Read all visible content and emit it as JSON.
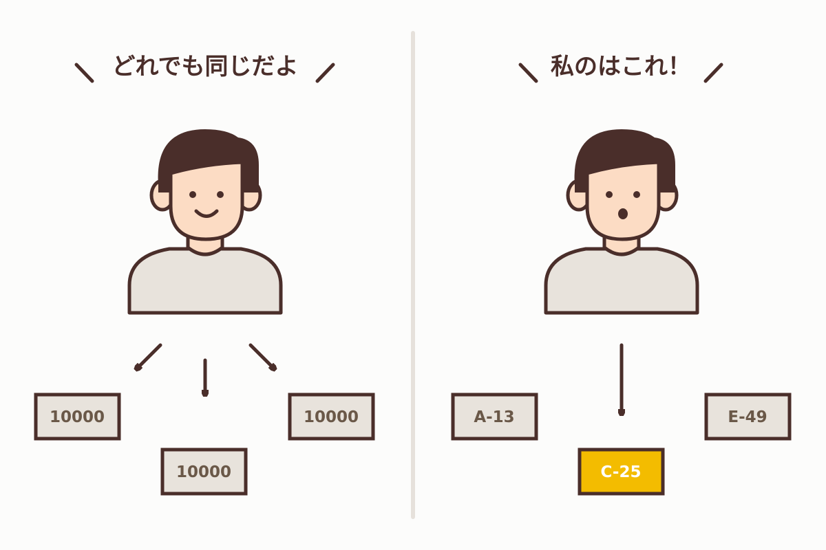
{
  "colors": {
    "background": "#fcfcfb",
    "outline": "#4a2e2a",
    "hair": "#4a2e2a",
    "skin": "#fcdcc4",
    "shirt": "#e8e3dc",
    "note_fill": "#e8e3dc",
    "note_text": "#6a5848",
    "highlight": "#f3bc00",
    "divider": "#e6e1db"
  },
  "left_panel": {
    "title": "どれでも同じだよ",
    "person_expression": "smile",
    "notes": [
      "10000",
      "10000",
      "10000"
    ]
  },
  "right_panel": {
    "title": "私のはこれ！",
    "person_expression": "surprised",
    "notes": [
      "A-13",
      "C-25",
      "E-49"
    ],
    "selected_note": "C-25"
  }
}
